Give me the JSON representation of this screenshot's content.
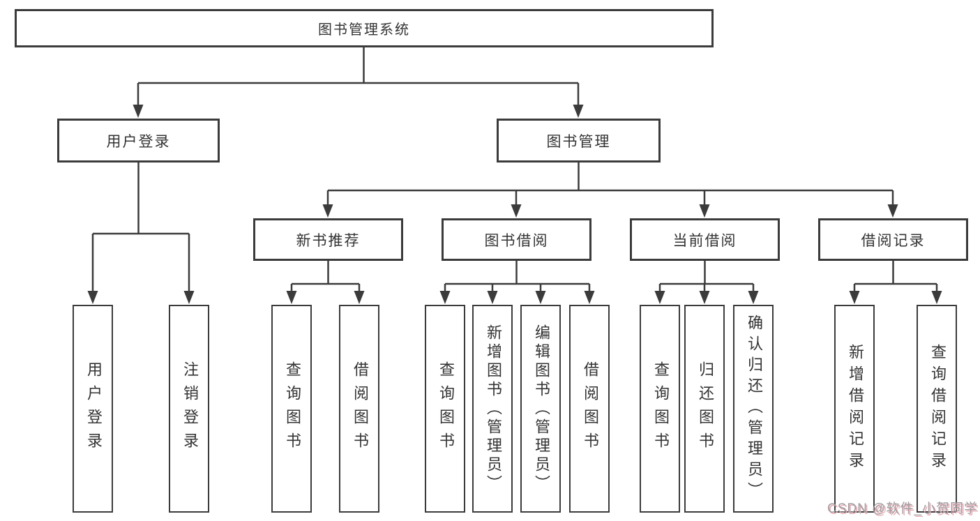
{
  "diagram": {
    "root": {
      "label": "图书管理系统"
    },
    "level2": [
      {
        "label": "用户登录"
      },
      {
        "label": "图书管理"
      }
    ],
    "level3": [
      {
        "label": "新书推荐",
        "parent": "图书管理"
      },
      {
        "label": "图书借阅",
        "parent": "图书管理"
      },
      {
        "label": "当前借阅",
        "parent": "图书管理"
      },
      {
        "label": "借阅记录",
        "parent": "图书管理"
      }
    ],
    "leaves": [
      {
        "label": "用户登录",
        "parent": "用户登录"
      },
      {
        "label": "注销登录",
        "parent": "用户登录"
      },
      {
        "label": "查询图书",
        "parent": "新书推荐"
      },
      {
        "label": "借阅图书",
        "parent": "新书推荐"
      },
      {
        "label": "查询图书",
        "parent": "图书借阅"
      },
      {
        "label": "新增图书（管理员）",
        "parent": "图书借阅"
      },
      {
        "label": "编辑图书（管理员）",
        "parent": "图书借阅"
      },
      {
        "label": "借阅图书",
        "parent": "图书借阅"
      },
      {
        "label": "查询图书",
        "parent": "当前借阅"
      },
      {
        "label": "归还图书",
        "parent": "当前借阅"
      },
      {
        "label": "确认归还（管理员）",
        "parent": "当前借阅"
      },
      {
        "label": "新增借阅记录",
        "parent": "借阅记录"
      },
      {
        "label": "查询借阅记录",
        "parent": "借阅记录"
      }
    ],
    "watermark": "CSDN @软件_小贺同学",
    "colors": {
      "line": "#3b3b3b",
      "text": "#333333",
      "background": "#ffffff",
      "watermark_text": "#9d9da1",
      "watermark_shadow": "#eaa9b3"
    }
  }
}
